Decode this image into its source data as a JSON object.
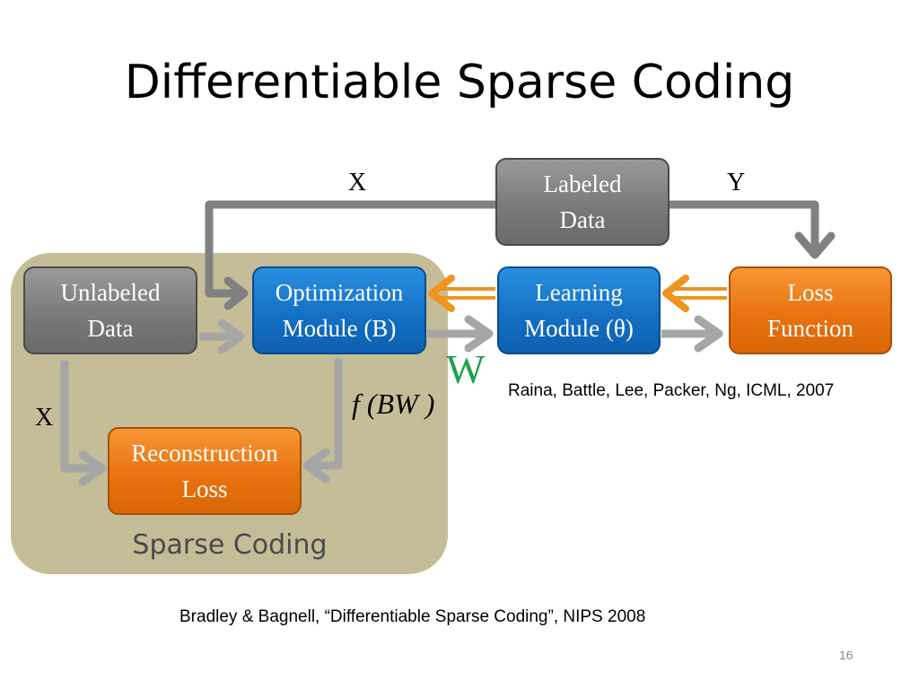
{
  "title": "Differentiable Sparse Coding",
  "boxes": {
    "labeled_data": [
      "Labeled",
      "Data"
    ],
    "unlabeled_data": [
      "Unlabeled",
      "Data"
    ],
    "optimization": [
      "Optimization",
      "Module (B)"
    ],
    "learning": [
      "Learning",
      "Module (θ)"
    ],
    "loss_function": [
      "Loss",
      "Function"
    ],
    "reconstruction": [
      "Reconstruction",
      "Loss"
    ]
  },
  "labels": {
    "x_top": "X",
    "y_top": "Y",
    "x_left": "X",
    "w": "W",
    "formula": "f (BW )"
  },
  "region_label": "Sparse Coding",
  "citations": {
    "raina": "Raina, Battle, Lee, Packer, Ng, ICML, 2007",
    "bradley": "Bradley & Bagnell, “Differentiable Sparse Coding”, NIPS 2008"
  },
  "slide_number": "16",
  "colors": {
    "gray_box": "#7a7a7a",
    "blue_box": "#1470c5",
    "orange_box": "#e8730f",
    "region": "#c5bd97",
    "gray_arrow": "#a6a6a6",
    "dark_arrow": "#7f7f7f",
    "orange_arrow": "#f0941f",
    "w_text": "#19a34a"
  }
}
